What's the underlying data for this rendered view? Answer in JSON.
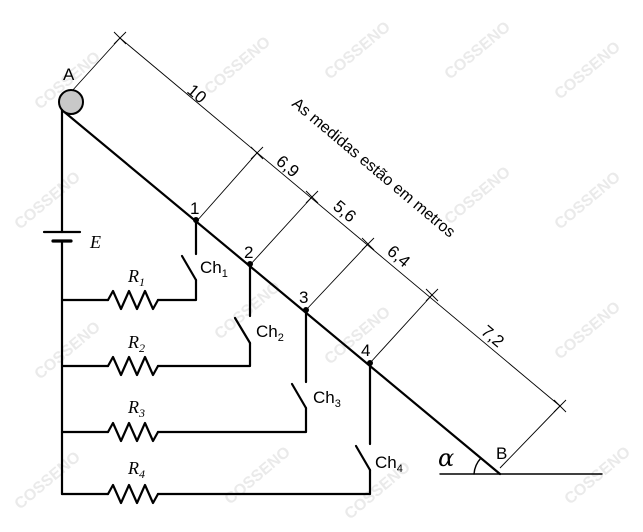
{
  "points": {
    "a": "A",
    "b": "B",
    "p1": "1",
    "p2": "2",
    "p3": "3",
    "p4": "4"
  },
  "battery": {
    "label": "E"
  },
  "resistors": [
    {
      "main": "R",
      "sub": "1"
    },
    {
      "main": "R",
      "sub": "2"
    },
    {
      "main": "R",
      "sub": "3"
    },
    {
      "main": "R",
      "sub": "4"
    }
  ],
  "switches": [
    {
      "main": "Ch",
      "sub": "1"
    },
    {
      "main": "Ch",
      "sub": "2"
    },
    {
      "main": "Ch",
      "sub": "3"
    },
    {
      "main": "Ch",
      "sub": "4"
    }
  ],
  "dimensions": [
    "10",
    "6,9",
    "5,6",
    "6,4",
    "7,2"
  ],
  "note": "As medidas estão em metros",
  "angle": "α",
  "watermark": "COSSENO"
}
